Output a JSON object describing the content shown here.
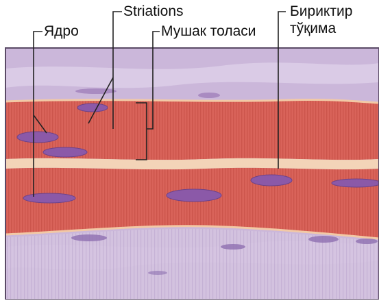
{
  "labels": {
    "nucleus": "Ядро",
    "striations": "Striations",
    "muscle_fiber": "Мушак толаси",
    "connective_tissue_line1": "Бириктир",
    "connective_tissue_line2": "тўқима"
  },
  "colors": {
    "fiber": "#d9635a",
    "fiber_dark": "#c14840",
    "nucleus": "#8b59a8",
    "tissue": "#cbb7da",
    "tissue_light": "#e3d6ec",
    "border": "#5a4a66",
    "leader": "#222222"
  }
}
